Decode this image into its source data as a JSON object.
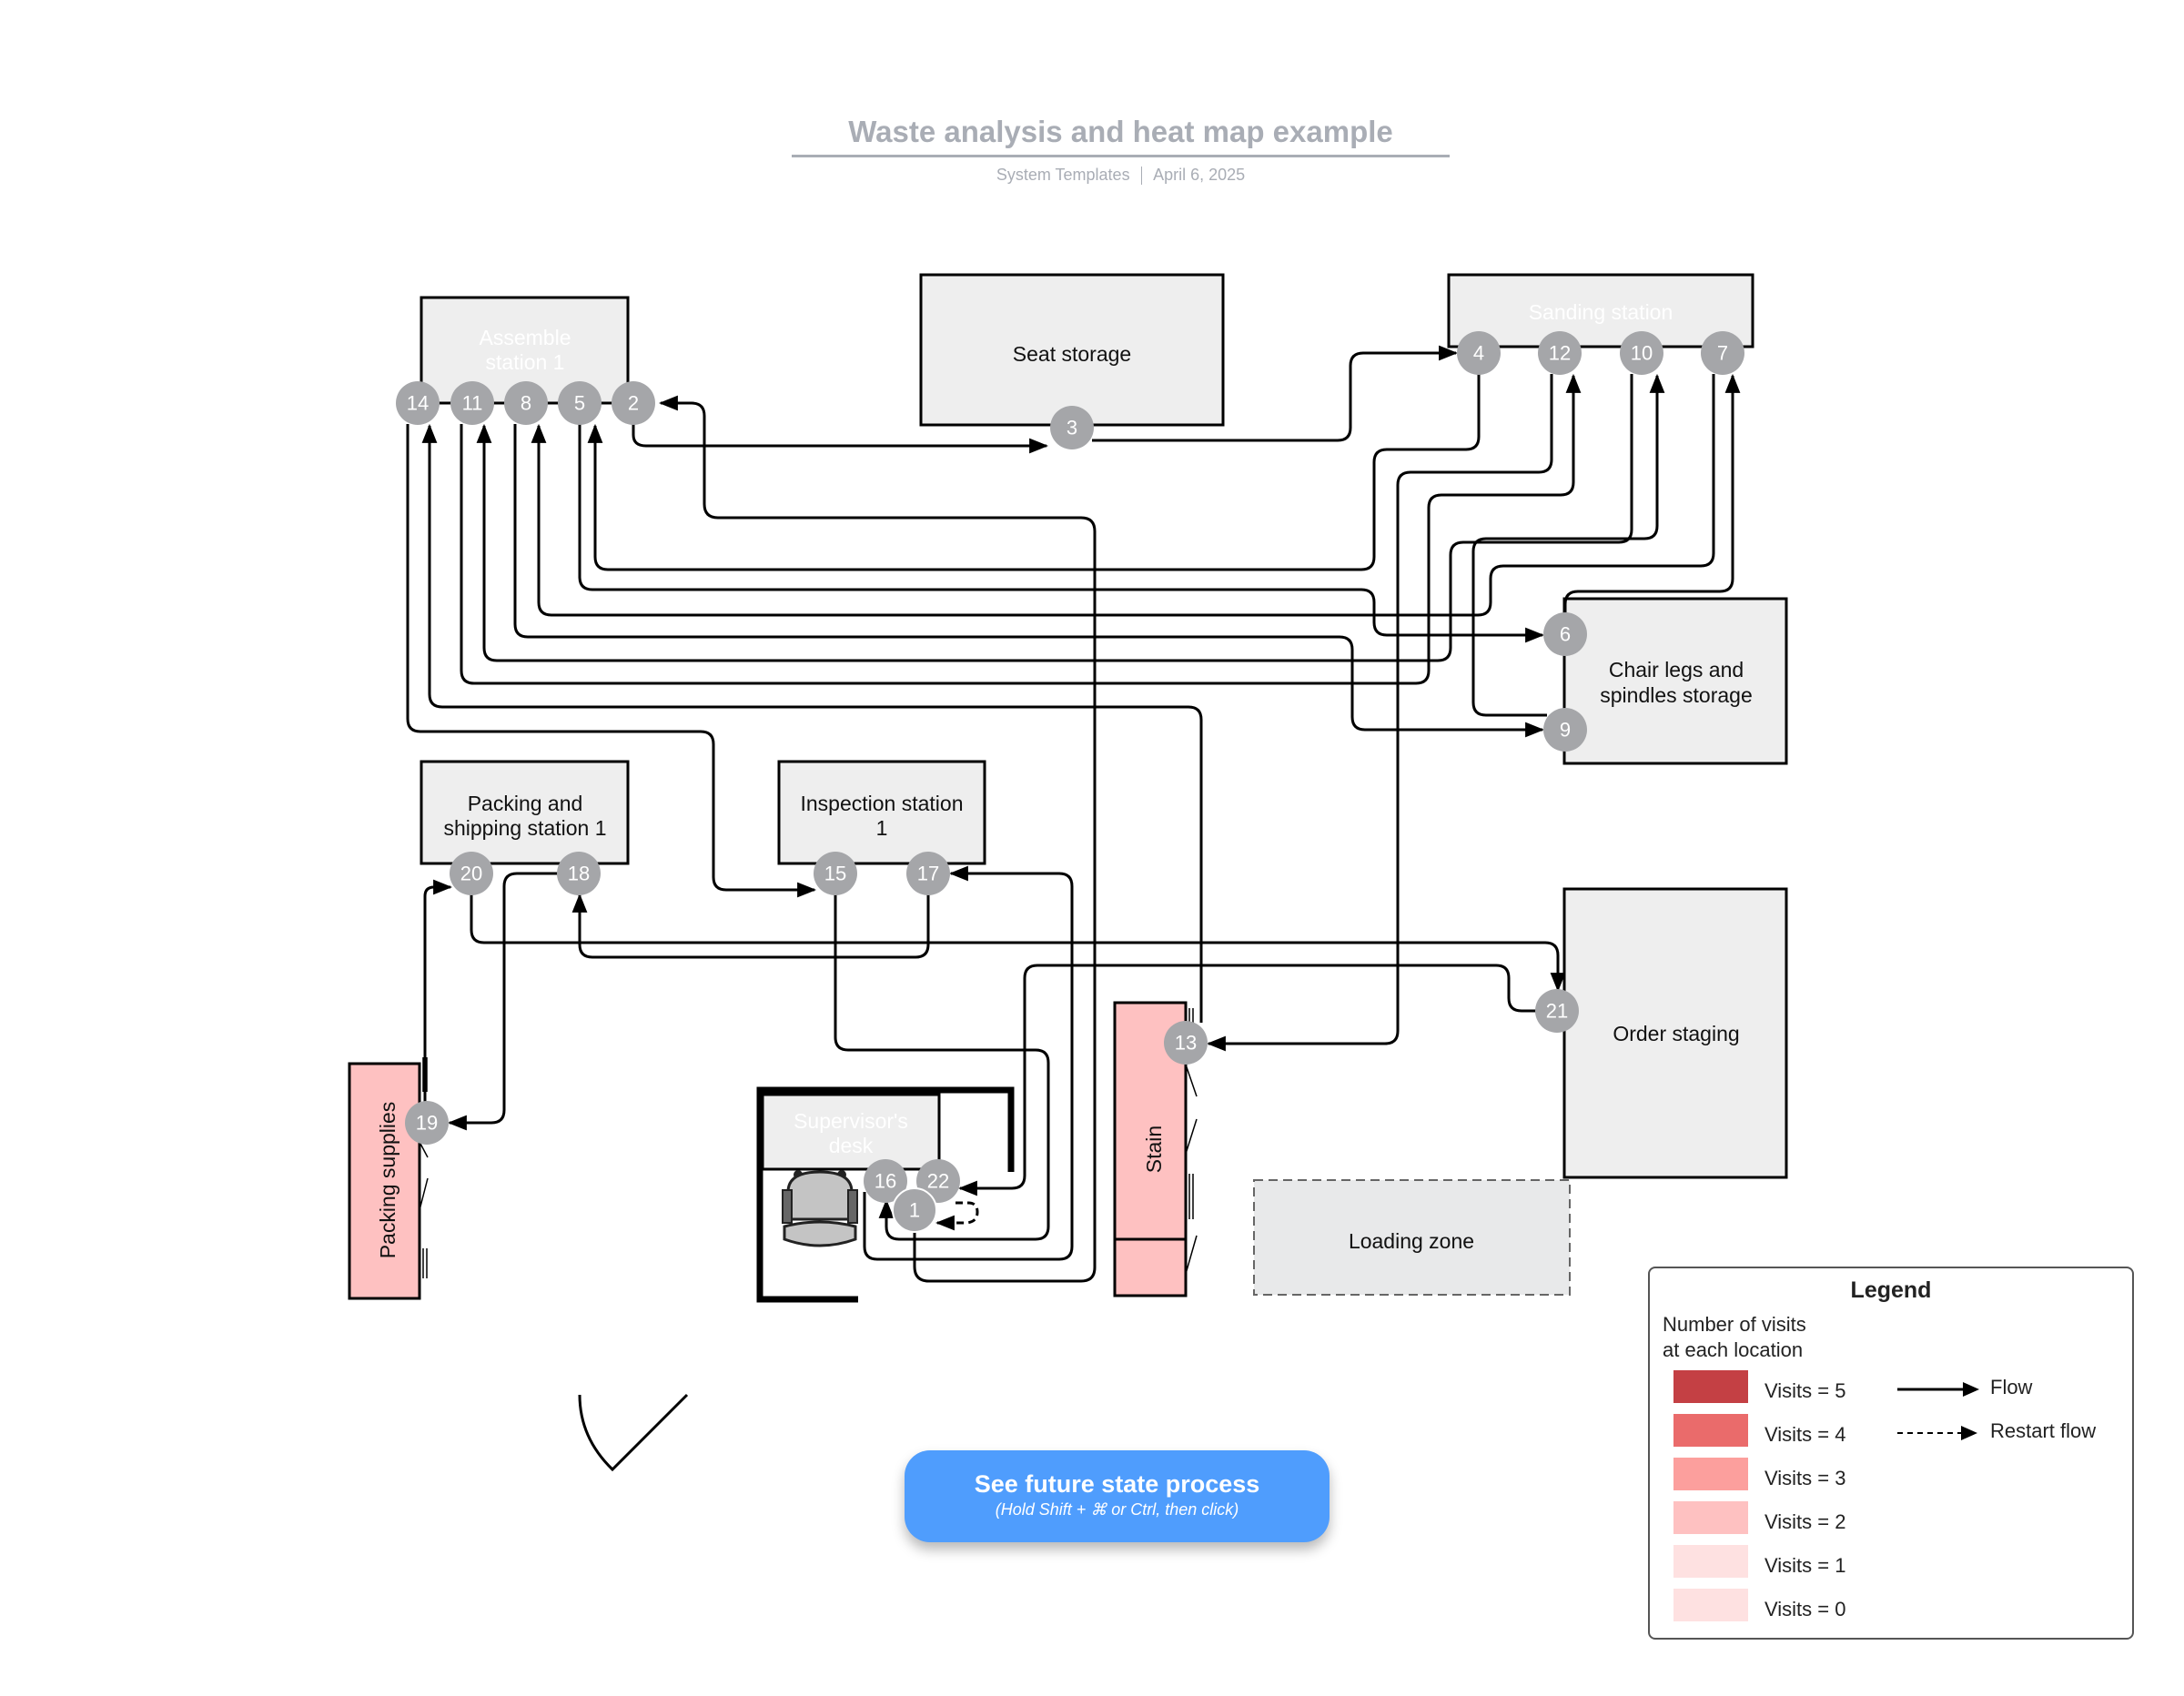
{
  "header": {
    "title": "Waste analysis and heat map example",
    "author": "System Templates",
    "date": "April 6, 2025"
  },
  "colors": {
    "node_fill": "#a5a6a9",
    "box_fill": "#eeeeee",
    "heat_visits_5": "#c44044",
    "heat_visits_4": "#ea6b6b",
    "heat_visits_3": "#fc9f9d",
    "heat_visits_2": "#fec1c1",
    "heat_visits_1": "#fee1e1",
    "heat_visits_0": "#fee1e1",
    "cta": "#4f9dfd",
    "loading_zone_fill": "#e8e9ea"
  },
  "locations": {
    "assemble": "Assemble station 1",
    "seat_storage": "Seat storage",
    "sanding": "Sanding station",
    "chair_legs": "Chair legs and spindles storage",
    "packing_shipping": "Packing and shipping station 1",
    "inspection": "Inspection station 1",
    "order_staging": "Order staging",
    "stain": "Stain",
    "packing_supplies": "Packing supplies",
    "supervisor_desk": "Supervisor's desk",
    "loading_zone": "Loading zone"
  },
  "location_lines": {
    "assemble": [
      "Assemble",
      "station 1"
    ],
    "chair_legs": [
      "Chair legs and",
      "spindles storage"
    ],
    "packing_shipping": [
      "Packing and",
      "shipping station 1"
    ],
    "inspection": [
      "Inspection station",
      "1"
    ],
    "supervisor_desk": [
      "Supervisor's",
      "desk"
    ]
  },
  "steps": [
    {
      "n": "1",
      "at": "Supervisor's desk"
    },
    {
      "n": "2",
      "at": "Assemble station 1"
    },
    {
      "n": "3",
      "at": "Seat storage"
    },
    {
      "n": "4",
      "at": "Sanding station"
    },
    {
      "n": "5",
      "at": "Assemble station 1"
    },
    {
      "n": "6",
      "at": "Chair legs and spindles storage"
    },
    {
      "n": "7",
      "at": "Sanding station"
    },
    {
      "n": "8",
      "at": "Assemble station 1"
    },
    {
      "n": "9",
      "at": "Chair legs and spindles storage"
    },
    {
      "n": "10",
      "at": "Sanding station"
    },
    {
      "n": "11",
      "at": "Assemble station 1"
    },
    {
      "n": "12",
      "at": "Sanding station"
    },
    {
      "n": "13",
      "at": "Stain"
    },
    {
      "n": "14",
      "at": "Assemble station 1"
    },
    {
      "n": "15",
      "at": "Inspection station 1"
    },
    {
      "n": "16",
      "at": "Supervisor's desk"
    },
    {
      "n": "17",
      "at": "Inspection station 1"
    },
    {
      "n": "18",
      "at": "Packing and shipping station 1"
    },
    {
      "n": "19",
      "at": "Packing supplies"
    },
    {
      "n": "20",
      "at": "Packing and shipping station 1"
    },
    {
      "n": "21",
      "at": "Order staging"
    },
    {
      "n": "22",
      "at": "Supervisor's desk"
    }
  ],
  "flows": [
    {
      "from": "1",
      "to": "2",
      "type": "flow"
    },
    {
      "from": "2",
      "to": "3",
      "type": "flow"
    },
    {
      "from": "3",
      "to": "4",
      "type": "flow"
    },
    {
      "from": "4",
      "to": "5",
      "type": "flow"
    },
    {
      "from": "5",
      "to": "6",
      "type": "flow"
    },
    {
      "from": "6",
      "to": "7",
      "type": "flow"
    },
    {
      "from": "7",
      "to": "8",
      "type": "flow"
    },
    {
      "from": "8",
      "to": "9",
      "type": "flow"
    },
    {
      "from": "9",
      "to": "10",
      "type": "flow"
    },
    {
      "from": "10",
      "to": "11",
      "type": "flow"
    },
    {
      "from": "11",
      "to": "12",
      "type": "flow"
    },
    {
      "from": "12",
      "to": "13",
      "type": "flow"
    },
    {
      "from": "13",
      "to": "14",
      "type": "flow"
    },
    {
      "from": "14",
      "to": "15",
      "type": "flow"
    },
    {
      "from": "15",
      "to": "16",
      "type": "flow"
    },
    {
      "from": "16",
      "to": "17",
      "type": "flow"
    },
    {
      "from": "17",
      "to": "18",
      "type": "flow"
    },
    {
      "from": "18",
      "to": "19",
      "type": "flow"
    },
    {
      "from": "19",
      "to": "20",
      "type": "flow"
    },
    {
      "from": "20",
      "to": "21",
      "type": "flow"
    },
    {
      "from": "21",
      "to": "22",
      "type": "flow"
    },
    {
      "from": "22",
      "to": "1",
      "type": "restart"
    }
  ],
  "heat": {
    "stain_visits": 2,
    "packing_supplies_visits": 2
  },
  "legend": {
    "title": "Legend",
    "subtitle_line1": "Number of visits",
    "subtitle_line2": "at each location",
    "rows": [
      {
        "label": "Visits = 5",
        "color": "#c44044"
      },
      {
        "label": "Visits = 4",
        "color": "#ea6b6b"
      },
      {
        "label": "Visits = 3",
        "color": "#fc9f9d"
      },
      {
        "label": "Visits = 2",
        "color": "#fec1c1"
      },
      {
        "label": "Visits = 1",
        "color": "#fee1e1"
      },
      {
        "label": "Visits = 0",
        "color": "#fee1e1"
      }
    ],
    "flow_label": "Flow",
    "restart_label": "Restart flow"
  },
  "cta": {
    "label": "See future state process",
    "hint": "(Hold Shift + ⌘ or Ctrl, then click)"
  }
}
